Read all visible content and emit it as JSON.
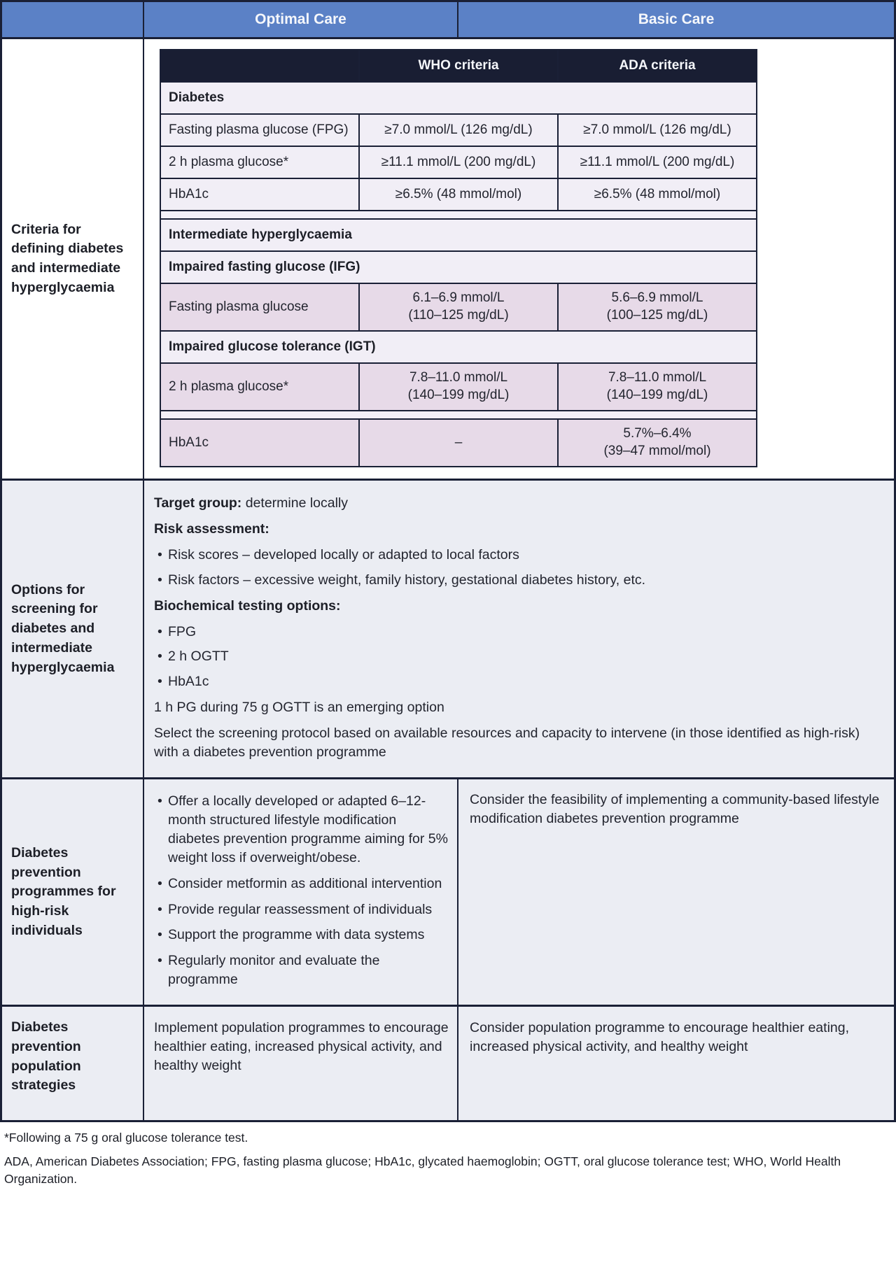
{
  "header": {
    "optimal_care": "Optimal Care",
    "basic_care": "Basic Care"
  },
  "criteria": {
    "row_label": "Criteria for defining diabetes and intermediate hyperglycaemia",
    "col_who": "WHO criteria",
    "col_ada": "ADA criteria",
    "diabetes_header": "Diabetes",
    "diabetes_rows": [
      {
        "label": "Fasting plasma glucose (FPG)",
        "who": "≥7.0 mmol/L (126 mg/dL)",
        "ada": "≥7.0 mmol/L (126 mg/dL)"
      },
      {
        "label": "2 h plasma glucose*",
        "who": "≥11.1 mmol/L (200 mg/dL)",
        "ada": "≥11.1 mmol/L (200 mg/dL)"
      },
      {
        "label": "HbA1c",
        "who": "≥6.5% (48 mmol/mol)",
        "ada": "≥6.5% (48 mmol/mol)"
      }
    ],
    "intermediate_header": "Intermediate hyperglycaemia",
    "ifg_header": "Impaired fasting glucose (IFG)",
    "ifg_row": {
      "label": "Fasting plasma glucose",
      "who": "6.1–6.9 mmol/L\n(110–125 mg/dL)",
      "ada": "5.6–6.9 mmol/L\n(100–125 mg/dL)"
    },
    "igt_header": "Impaired glucose tolerance (IGT)",
    "igt_row": {
      "label": "2 h plasma glucose*",
      "who": "7.8–11.0 mmol/L\n(140–199 mg/dL)",
      "ada": "7.8–11.0 mmol/L\n(140–199 mg/dL)"
    },
    "hba1c_row": {
      "label": "HbA1c",
      "who": "–",
      "ada": "5.7%–6.4%\n(39–47 mmol/mol)"
    }
  },
  "screening": {
    "row_label": "Options for screening for diabetes and intermediate hyperglycaemia",
    "target_label": "Target group:",
    "target_value": "determine locally",
    "risk_label": "Risk assessment:",
    "risk_bullets": [
      "Risk scores – developed locally or adapted to local factors",
      "Risk factors – excessive weight, family history, gestational diabetes history, etc."
    ],
    "biochem_label": "Biochemical testing options:",
    "biochem_bullets": [
      "FPG",
      "2 h OGTT",
      "HbA1c"
    ],
    "emerging_note": "1 h PG during 75 g OGTT is an emerging option",
    "protocol_note": "Select the screening protocol based on available resources and capacity to intervene (in those identified as high-risk) with a diabetes prevention programme"
  },
  "prevention": {
    "row_label": "Diabetes prevention programmes for high-risk individuals",
    "optimal_bullets": [
      "Offer a locally developed or adapted 6–12-month structured lifestyle modification diabetes prevention programme aiming for 5% weight loss if overweight/obese.",
      "Consider metformin as additional intervention",
      "Provide regular reassessment of individuals",
      "Support the programme with data systems",
      "Regularly monitor and evaluate the programme"
    ],
    "basic_text": "Consider the feasibility of implementing a community-based lifestyle modification diabetes prevention programme"
  },
  "population": {
    "row_label": "Diabetes prevention population strategies",
    "optimal_text": "Implement population programmes to encourage healthier eating, increased physical activity, and healthy weight",
    "basic_text": "Consider population programme to encourage healthier eating, increased physical activity, and healthy weight"
  },
  "footnotes": {
    "asterisk_note": "*Following a 75 g oral glucose tolerance test.",
    "abbreviations": "ADA, American Diabetes Association; FPG, fasting plasma glucose; HbA1c, glycated haemoglobin; OGTT, oral glucose tolerance test; WHO, World Health Organization."
  },
  "colors": {
    "header_blue": "#5b81c6",
    "dark_navy": "#1a2036",
    "inner_header_navy": "#191e33",
    "light_lavender": "#f1eef6",
    "pink_lavender": "#e7dae8",
    "section_gray": "#ebedf3"
  }
}
